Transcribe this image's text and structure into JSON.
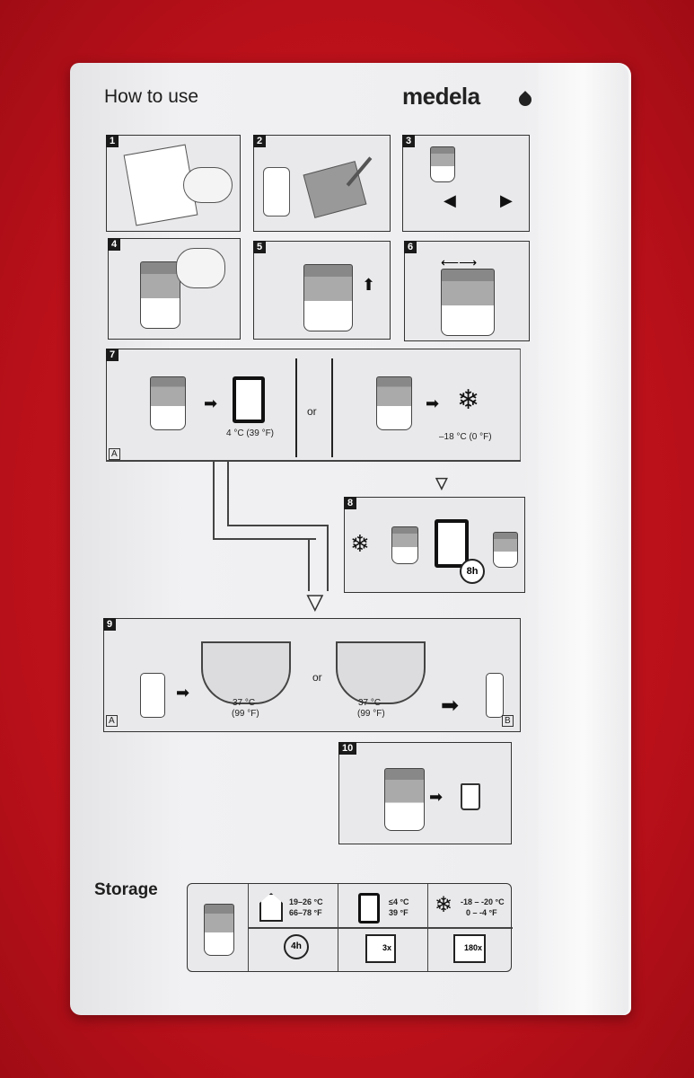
{
  "header": {
    "title": "How to use",
    "brand": "medela"
  },
  "steps": [
    "1",
    "2",
    "3",
    "4",
    "5",
    "6",
    "7",
    "8",
    "9",
    "10"
  ],
  "step7": {
    "fridge_temp": "4 °C (39 °F)",
    "or": "or",
    "freezer_temp": "–18 °C (0 °F)",
    "label_a": "A"
  },
  "step8": {
    "thaw_time": "8h"
  },
  "step9": {
    "warm_temp_left": "37 °C",
    "warm_temp_left_f": "(99 °F)",
    "or": "or",
    "warm_temp_right": "37 °C",
    "warm_temp_right_f": "(99 °F)",
    "label_a": "A",
    "label_b": "B"
  },
  "storage": {
    "title": "Storage",
    "room_c": "19–26 °C",
    "room_f": "66–78 °F",
    "room_time": "4h",
    "fridge_c": "≤4 °C",
    "fridge_f": "39 °F",
    "fridge_days": "3x",
    "freezer_c": "-18 – -20 °C",
    "freezer_f": "0 – -4 °F",
    "freezer_days": "180x"
  }
}
